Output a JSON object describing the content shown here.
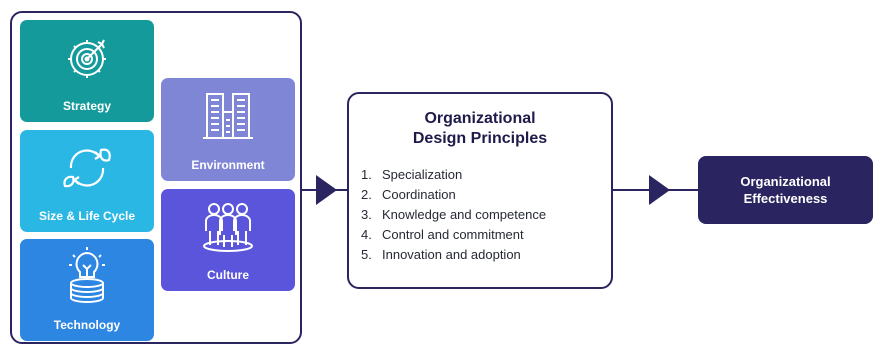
{
  "factors": {
    "strategy": {
      "label": "Strategy",
      "icon": "target-gear-icon",
      "color": "#159a9c"
    },
    "size_life_cycle": {
      "label": "Size & Life Cycle",
      "icon": "cycle-leaves-icon",
      "color": "#2bb7e4"
    },
    "technology": {
      "label": "Technology",
      "icon": "lightbulb-coins-icon",
      "color": "#2c86e2"
    },
    "environment": {
      "label": "Environment",
      "icon": "buildings-icon",
      "color": "#7f86d6"
    },
    "culture": {
      "label": "Culture",
      "icon": "people-group-icon",
      "color": "#5a55db"
    }
  },
  "principles": {
    "title_line1": "Organizational",
    "title_line2": "Design Principles",
    "items": [
      {
        "num": "1.",
        "text": "Specialization"
      },
      {
        "num": "2.",
        "text": "Coordination"
      },
      {
        "num": "3.",
        "text": "Knowledge and competence"
      },
      {
        "num": "4.",
        "text": "Control and commitment"
      },
      {
        "num": "5.",
        "text": "Innovation and adoption"
      }
    ]
  },
  "outcome": {
    "line1": "Organizational",
    "line2": "Effectiveness"
  },
  "colors": {
    "navy": "#2a2460"
  }
}
